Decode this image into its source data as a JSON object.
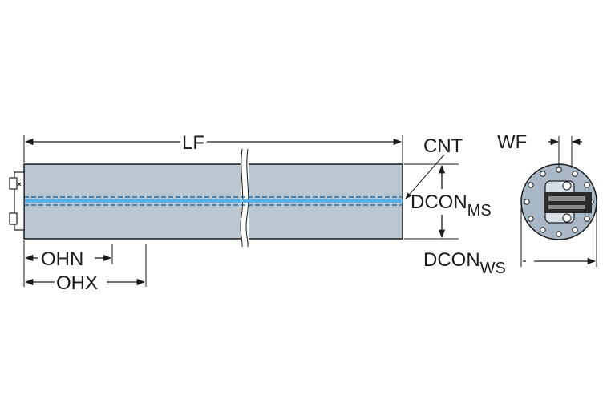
{
  "labels": {
    "lf": "LF",
    "cnt": "CNT",
    "wf": "WF",
    "dcon_ms_main": "DCON",
    "dcon_ms_sub": "MS",
    "dcon_ws_main": "DCON",
    "dcon_ws_sub": "WS",
    "ohn": "OHN",
    "ohx": "OHX"
  },
  "colors": {
    "body_fill": "#b9c7d3",
    "coolant_channel": "#5aaee6",
    "outline": "#1a1a1a",
    "end_view_fill": "#a9b8c6",
    "insert_dark": "#2b2b2b"
  }
}
